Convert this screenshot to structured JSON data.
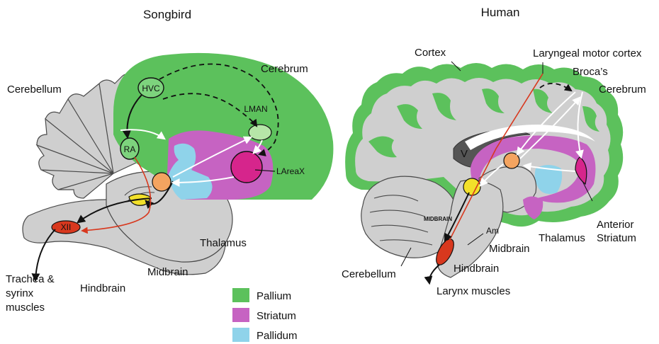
{
  "panels": {
    "songbird": {
      "title": "Songbird",
      "labels": {
        "cerebrum": "Cerebrum",
        "cerebellum": "Cerebellum",
        "thalamus": "Thalamus",
        "midbrain": "Midbrain",
        "hindbrain": "Hindbrain",
        "output_line1": "Trachea &",
        "output_line2": "syrinx",
        "output_line3": "muscles"
      },
      "nuclei": {
        "hvc": "HVC",
        "ra": "RA",
        "lman": "LMAN",
        "larea_x": "LAreaX",
        "xii": "XII"
      }
    },
    "human": {
      "title": "Human",
      "labels": {
        "cortex": "Cortex",
        "laryngeal_motor_cortex": "Laryngeal motor cortex",
        "brocas": "Broca’s",
        "cerebrum": "Cerebrum",
        "anterior_striatum_line1": "Anterior",
        "anterior_striatum_line2": "Striatum",
        "thalamus": "Thalamus",
        "midbrain": "Midbrain",
        "hindbrain": "Hindbrain",
        "cerebellum": "Cerebellum",
        "larynx_muscles": "Larynx muscles",
        "midbrain_inner": "MIDBRAIN",
        "am": "Am",
        "ventricle": "V"
      }
    }
  },
  "legend": [
    {
      "label": "Pallium",
      "color": "#5cc15c"
    },
    {
      "label": "Striatum",
      "color": "#c663c2"
    },
    {
      "label": "Pallidum",
      "color": "#8fd3ea"
    }
  ],
  "colors": {
    "thalamic_nucleus": "#f4a460",
    "midbrain_nucleus": "#f2e02a",
    "motor_nucleus": "#d8381e",
    "striatal_nucleus": "#d6258c",
    "tissue": "#cfcfcf"
  }
}
